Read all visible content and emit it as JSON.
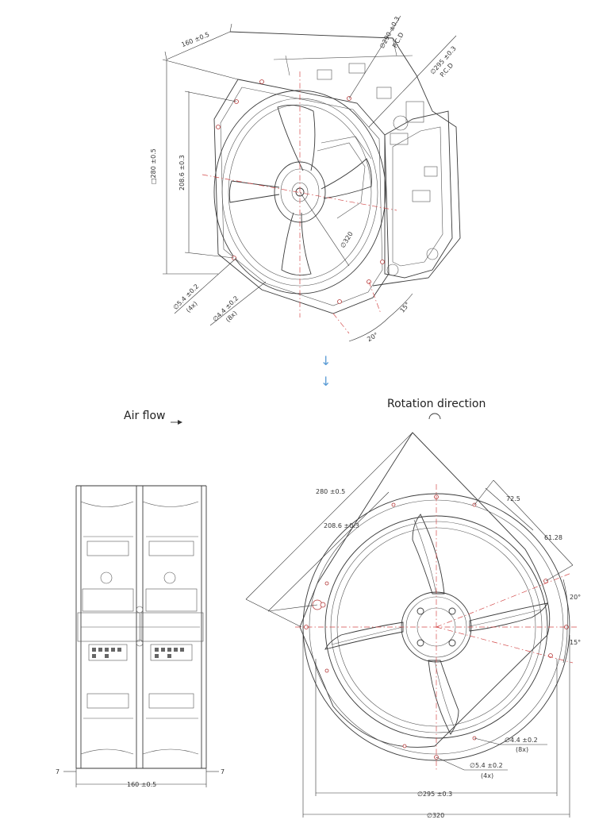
{
  "colors": {
    "line": "#3a3a3a",
    "centerline": "#d34a4a",
    "flow_arrow": "#5a9bd5"
  },
  "iso_view": {
    "dims": {
      "depth": "160 ±0.5",
      "square": "□280 ±0.5",
      "hole_pitch": "208.6 ±0.3",
      "pcd_290": "∅290 ±0.3",
      "pcd_290_note": "P.C.D",
      "pcd_295": "∅295 ±0.3",
      "pcd_295_note": "P.C.D",
      "dia_320": "∅320",
      "hole_large": "∅5.4 ±0.2",
      "hole_large_count": "(4x)",
      "hole_small": "∅4.4 ±0.2",
      "hole_small_count": "(8x)",
      "angle_20": "20°",
      "angle_15": "15°"
    }
  },
  "flow_arrows": [
    "↓",
    "↓"
  ],
  "side_view": {
    "air_flow_label": "Air flow",
    "dims": {
      "offset_left": "7",
      "offset_right": "7",
      "depth": "160 ±0.5"
    }
  },
  "front_view": {
    "rotation_label": "Rotation direction",
    "dims": {
      "square": "280 ±0.5",
      "hole_pitch": "208.6 ±0.3",
      "dim_72_5": "72.5",
      "dim_61_28": "61.28",
      "angle_20": "20°",
      "angle_15": "15°",
      "hole_small": "∅4.4 ±0.2",
      "hole_small_count": "(8x)",
      "hole_large": "∅5.4 ±0.2",
      "hole_large_count": "(4x)",
      "dia_295": "∅295 ±0.3",
      "dia_320": "∅320"
    }
  }
}
